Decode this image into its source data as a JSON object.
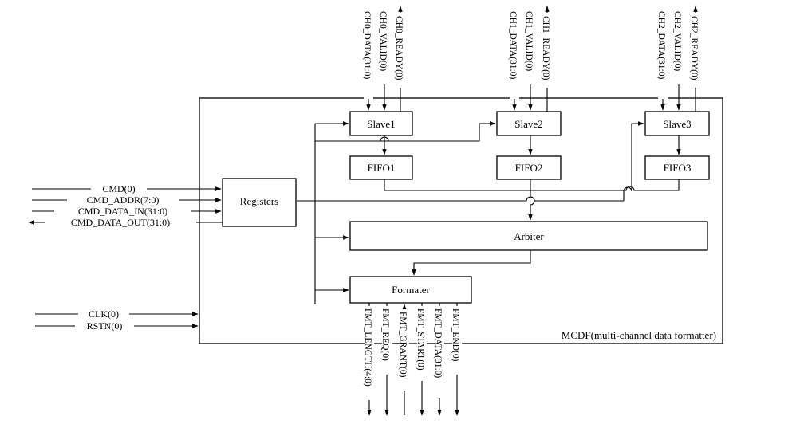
{
  "system": {
    "name": "MCDF(multi-channel data formatter)"
  },
  "blocks": {
    "slave1": "Slave1",
    "slave2": "Slave2",
    "slave3": "Slave3",
    "fifo1": "FIFO1",
    "fifo2": "FIFO2",
    "fifo3": "FIFO3",
    "registers": "Registers",
    "arbiter": "Arbiter",
    "formater": "Formater"
  },
  "channels": [
    {
      "data": "CH0_DATA(31:0)",
      "valid": "CH0_VALID(0)",
      "ready": "CH0_READY(0)"
    },
    {
      "data": "CH1_DATA(31:0)",
      "valid": "CH1_VALID(0)",
      "ready": "CH1_READY(0)"
    },
    {
      "data": "CH2_DATA(31:0)",
      "valid": "CH2_VALID(0)",
      "ready": "CH2_READY(0)"
    }
  ],
  "cmd_signals": {
    "cmd": "CMD(0)",
    "addr": "CMD_ADDR(7:0)",
    "data_in": "CMD_DATA_IN(31:0)",
    "data_out": "CMD_DATA_OUT(31:0)"
  },
  "global_signals": {
    "clk": "CLK(0)",
    "rstn": "RSTN(0)"
  },
  "fmt_signals": {
    "length": "FMT_LENGTH(4:0)",
    "req": "FMT_REQ(0)",
    "grant": "FMT_GRANT(0)",
    "start": "FMT_START(0)",
    "data": "FMT_DATA(31:0)",
    "end": "FMT_END(0)"
  }
}
